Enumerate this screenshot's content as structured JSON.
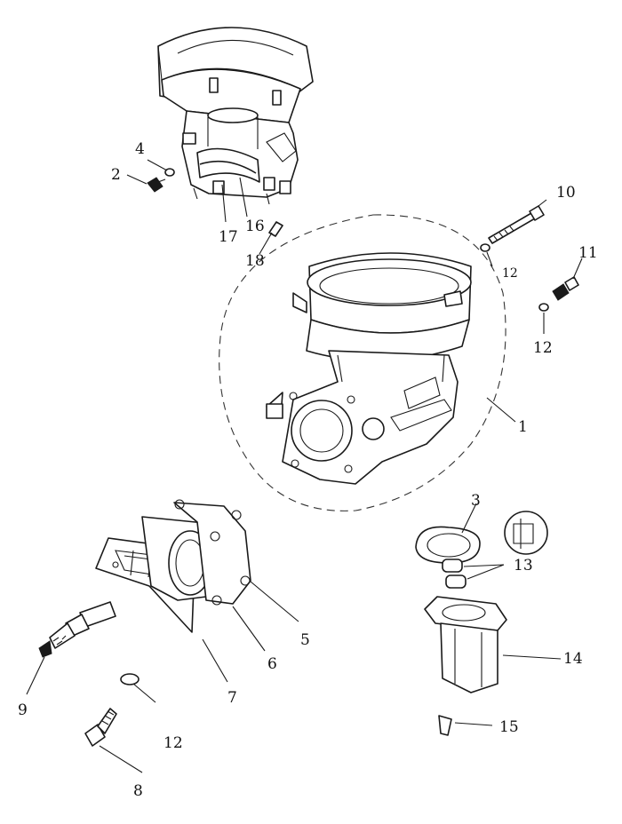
{
  "callouts": {
    "c1": "1",
    "c2": "2",
    "c3": "3",
    "c4": "4",
    "c5": "5",
    "c6": "6",
    "c7": "7",
    "c8": "8",
    "c9": "9",
    "c10": "10",
    "c11": "11",
    "c12a": "12",
    "c12b": "12",
    "c12c": "12",
    "c13": "13",
    "c14": "14",
    "c15": "15",
    "c16": "16",
    "c17": "17",
    "c18": "18"
  }
}
